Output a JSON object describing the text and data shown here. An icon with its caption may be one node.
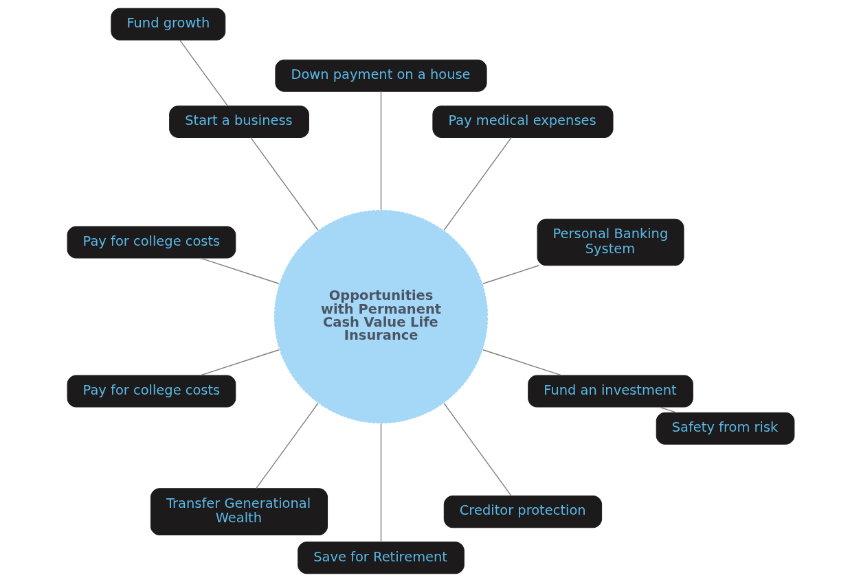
{
  "diagram": {
    "nodes": [
      {
        "text": [
          "Opportunities with Permanent Cash Value Life Insurance"
        ]
      },
      {
        "text": [
          "Fund growth"
        ]
      },
      {
        "text": [
          "Down payment on a house"
        ]
      },
      {
        "text": [
          "Start a business"
        ]
      },
      {
        "text": [
          "Pay for college costs"
        ]
      },
      {
        "text": [
          "Pay medical expenses"
        ]
      },
      {
        "text": [
          "Pay for college costs"
        ]
      },
      {
        "text": [
          "Transfer Generational Wealth"
        ]
      },
      {
        "text": [
          "Personal Banking System"
        ]
      },
      {
        "text": [
          "Save for Retirement"
        ]
      },
      {
        "text": [
          "Fund an investment"
        ]
      },
      {
        "text": [
          "Creditor protection"
        ]
      },
      {
        "text": [
          "Safety from risk"
        ]
      }
    ],
    "edges": [
      {
        "from": 0,
        "to": 3,
        "arrow": "none"
      },
      {
        "from": 3,
        "to": 1,
        "arrow": "none"
      },
      {
        "from": 0,
        "to": 2,
        "arrow": "none"
      },
      {
        "from": 0,
        "to": 5,
        "arrow": "none"
      },
      {
        "from": 0,
        "to": 8,
        "arrow": "none"
      },
      {
        "from": 0,
        "to": 10,
        "arrow": "none"
      },
      {
        "from": 10,
        "to": 12,
        "arrow": "none"
      },
      {
        "from": 0,
        "to": 11,
        "arrow": "none"
      },
      {
        "from": 0,
        "to": 9,
        "arrow": "none"
      },
      {
        "from": 0,
        "to": 7,
        "arrow": "none"
      },
      {
        "from": 0,
        "to": 6,
        "arrow": "none"
      },
      {
        "from": 0,
        "to": 4,
        "arrow": "none"
      }
    ]
  }
}
